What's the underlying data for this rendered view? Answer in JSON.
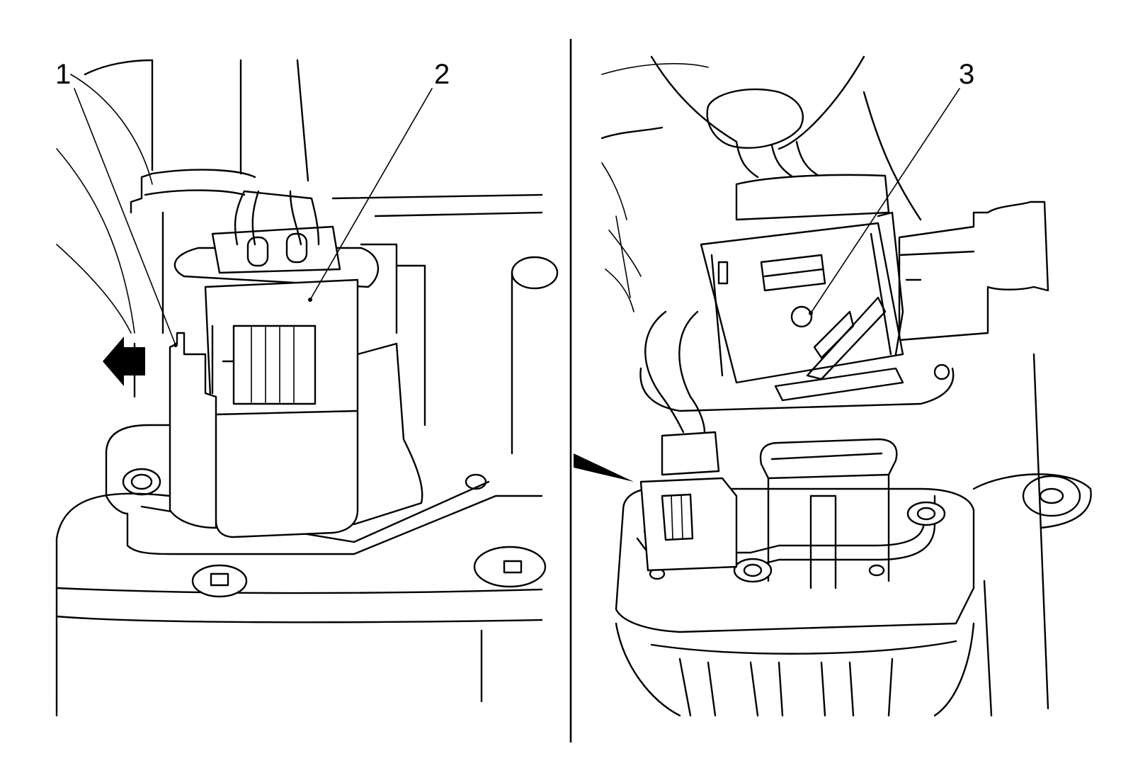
{
  "callouts": [
    {
      "id": "1",
      "label": "1"
    },
    {
      "id": "2",
      "label": "2"
    },
    {
      "id": "3",
      "label": "3"
    }
  ],
  "colors": {
    "ink": "#000000",
    "paper": "#ffffff"
  },
  "icons": [
    "direction-arrow-left-icon",
    "pointer-arrow-icon"
  ]
}
